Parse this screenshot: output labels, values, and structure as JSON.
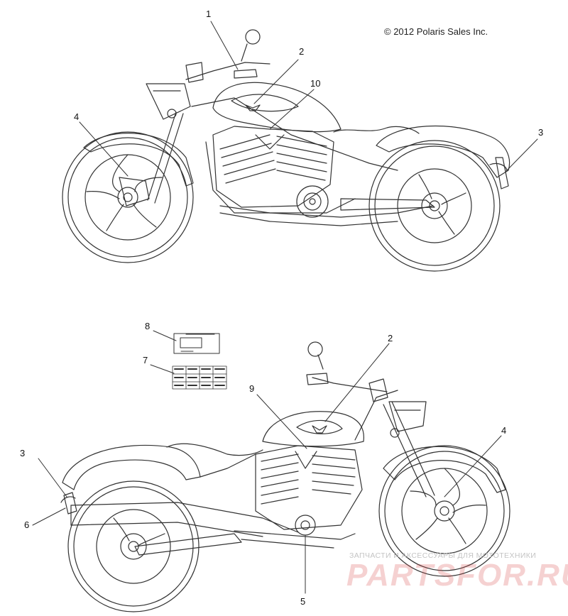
{
  "copyright": "© 2012 Polaris Sales Inc.",
  "callouts": {
    "top": [
      "1",
      "2",
      "10",
      "4",
      "3"
    ],
    "bottom": [
      "8",
      "7",
      "2",
      "9",
      "4",
      "3",
      "6",
      "5"
    ]
  },
  "watermark": {
    "caption": "ЗАПЧАСТИ И АКСЕССУАРЫ ДЛЯ МОТОТЕХНИКИ",
    "site": "PARTSFOR.RU"
  },
  "colors": {
    "line": "#333333",
    "watermark": "#d64848"
  }
}
